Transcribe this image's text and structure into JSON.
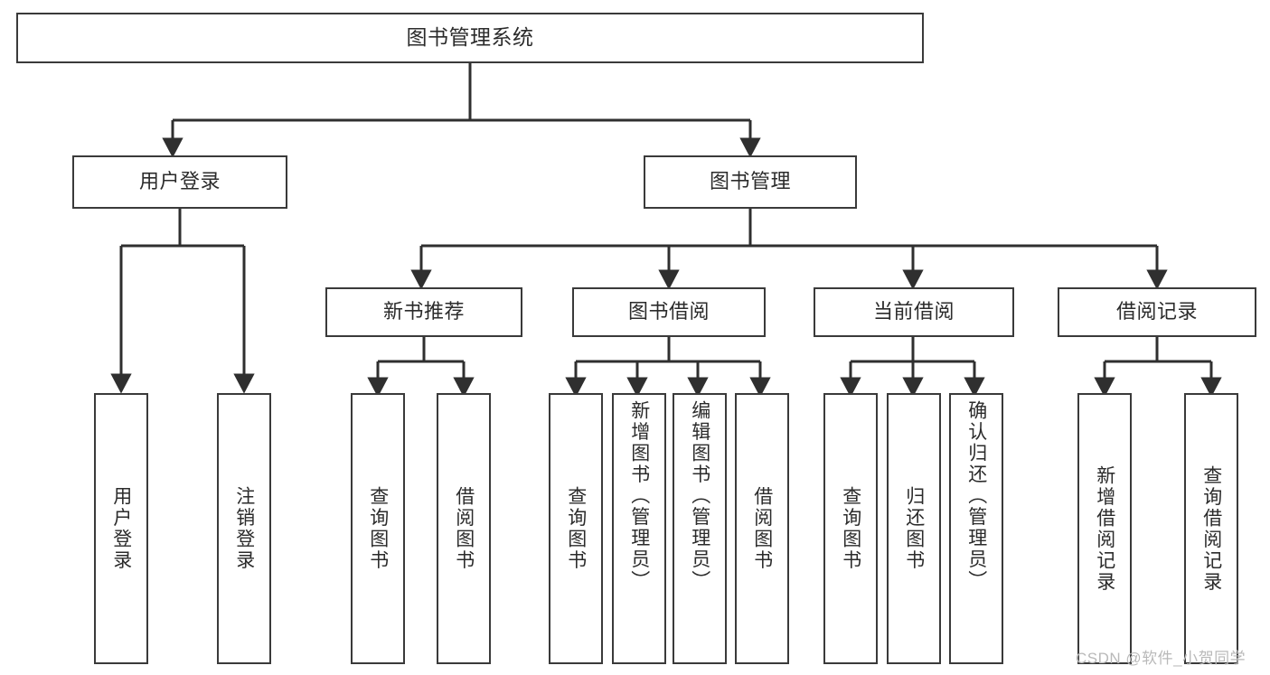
{
  "diagram": {
    "title": "图书管理系统",
    "type": "hierarchy-tree",
    "colors": {
      "stroke": "#3a3a3a",
      "fill": "#ffffff",
      "text": "#2b2b2b",
      "watermark": "#b9b9b9",
      "background": "#ffffff"
    },
    "nodes": {
      "root": {
        "label": "图书管理系统",
        "level": 1
      },
      "user_login": {
        "label": "用户登录",
        "level": 2
      },
      "book_manage": {
        "label": "图书管理",
        "level": 2
      },
      "new_book_rec": {
        "label": "新书推荐",
        "level": 3
      },
      "book_borrow": {
        "label": "图书借阅",
        "level": 3
      },
      "current_borrow": {
        "label": "当前借阅",
        "level": 3
      },
      "borrow_record": {
        "label": "借阅记录",
        "level": 3
      },
      "leaf_user_login": {
        "label": "用户登录",
        "level": 4,
        "parent": "user_login"
      },
      "leaf_logout": {
        "label": "注销登录",
        "level": 4,
        "parent": "user_login"
      },
      "leaf_query_book_1": {
        "label": "查询图书",
        "level": 4,
        "parent": "new_book_rec"
      },
      "leaf_borrow_book_1": {
        "label": "借阅图书",
        "level": 4,
        "parent": "new_book_rec"
      },
      "leaf_query_book_2": {
        "label": "查询图书",
        "level": 4,
        "parent": "book_borrow"
      },
      "leaf_add_book": {
        "label": "新增图书（管理员）",
        "level": 4,
        "parent": "book_borrow"
      },
      "leaf_edit_book": {
        "label": "编辑图书（管理员）",
        "level": 4,
        "parent": "book_borrow"
      },
      "leaf_borrow_book_2": {
        "label": "借阅图书",
        "level": 4,
        "parent": "book_borrow"
      },
      "leaf_query_book_3": {
        "label": "查询图书",
        "level": 4,
        "parent": "current_borrow"
      },
      "leaf_return_book": {
        "label": "归还图书",
        "level": 4,
        "parent": "current_borrow"
      },
      "leaf_confirm_return": {
        "label": "确认归还（管理员）",
        "level": 4,
        "parent": "current_borrow"
      },
      "leaf_add_record": {
        "label": "新增借阅记录",
        "level": 4,
        "parent": "borrow_record"
      },
      "leaf_query_record": {
        "label": "查询借阅记录",
        "level": 4,
        "parent": "borrow_record"
      }
    },
    "watermark": "CSDN @软件_小贺同学"
  }
}
